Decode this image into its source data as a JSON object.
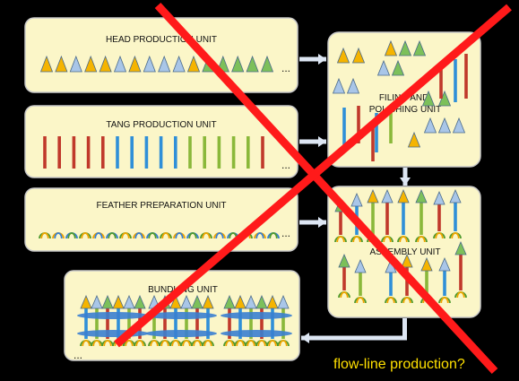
{
  "units": {
    "head": {
      "label": "HEAD PRODUCTION UNIT",
      "ellipsis": "..."
    },
    "tang": {
      "label": "TANG PRODUCTION UNIT",
      "ellipsis": "..."
    },
    "feather": {
      "label": "FEATHER PREPARATION UNIT",
      "ellipsis": "..."
    },
    "filing": {
      "label": "FILING AND POLISHING UNIT"
    },
    "assembly": {
      "label": "ASSEMBLY UNIT"
    },
    "bundling": {
      "label": "BUNDLING UNIT",
      "ellipsis": "..."
    }
  },
  "caption": "flow-line production?",
  "colors": {
    "background": "#000000",
    "panel_fill": "#fbf6c8",
    "panel_stroke": "#c8c8c8",
    "flow_arrow": "#dde6f3",
    "cross": "#ff1a1a",
    "caption": "#ffe000",
    "head_orange": "#f5b400",
    "head_blue": "#a9c6e8",
    "head_green": "#7cc05a",
    "tang_red": "#c0392b",
    "tang_blue": "#2f8fd8",
    "tang_green": "#8ab83a",
    "feather_green": "#4f9a2e",
    "feather_orange": "#f0a500",
    "feather_blue": "#3a7fd0",
    "binding": "#3a7fd0"
  },
  "icons": {
    "flow": "flow-arrow-icon",
    "cross": "red-cross-overlay",
    "head": "arrowhead-icon",
    "tang": "tang-shaft-icon",
    "feather": "feather-arch-icon",
    "arrow": "assembled-arrow-icon"
  }
}
